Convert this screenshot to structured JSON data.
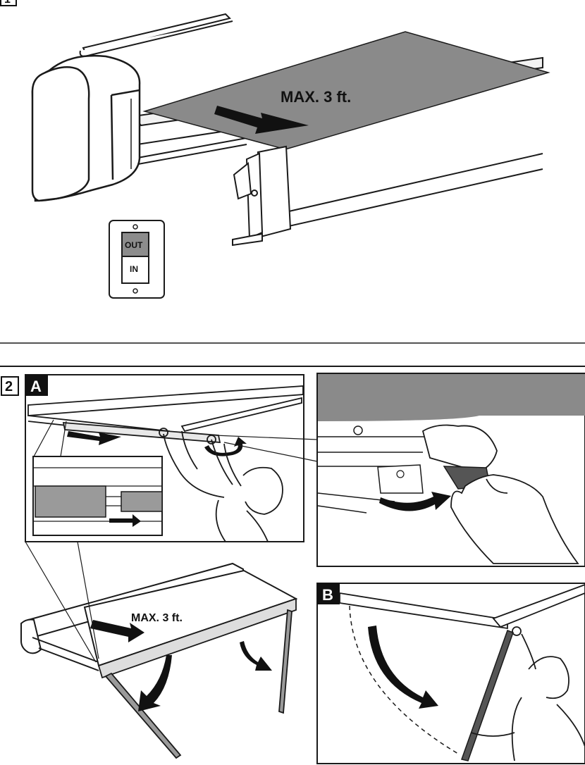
{
  "step1": {
    "number": "1",
    "max_label": "MAX. 3 ft.",
    "switch": {
      "out_label": "OUT",
      "in_label": "IN"
    }
  },
  "step2": {
    "number": "2",
    "panel_a_label": "A",
    "panel_b_label": "B",
    "max_label": "MAX. 3 ft."
  },
  "colors": {
    "fabric": "#8a8a8a",
    "line": "#1a1a1a",
    "switch_out": "#8c8c8c",
    "label_bg": "#111111"
  }
}
